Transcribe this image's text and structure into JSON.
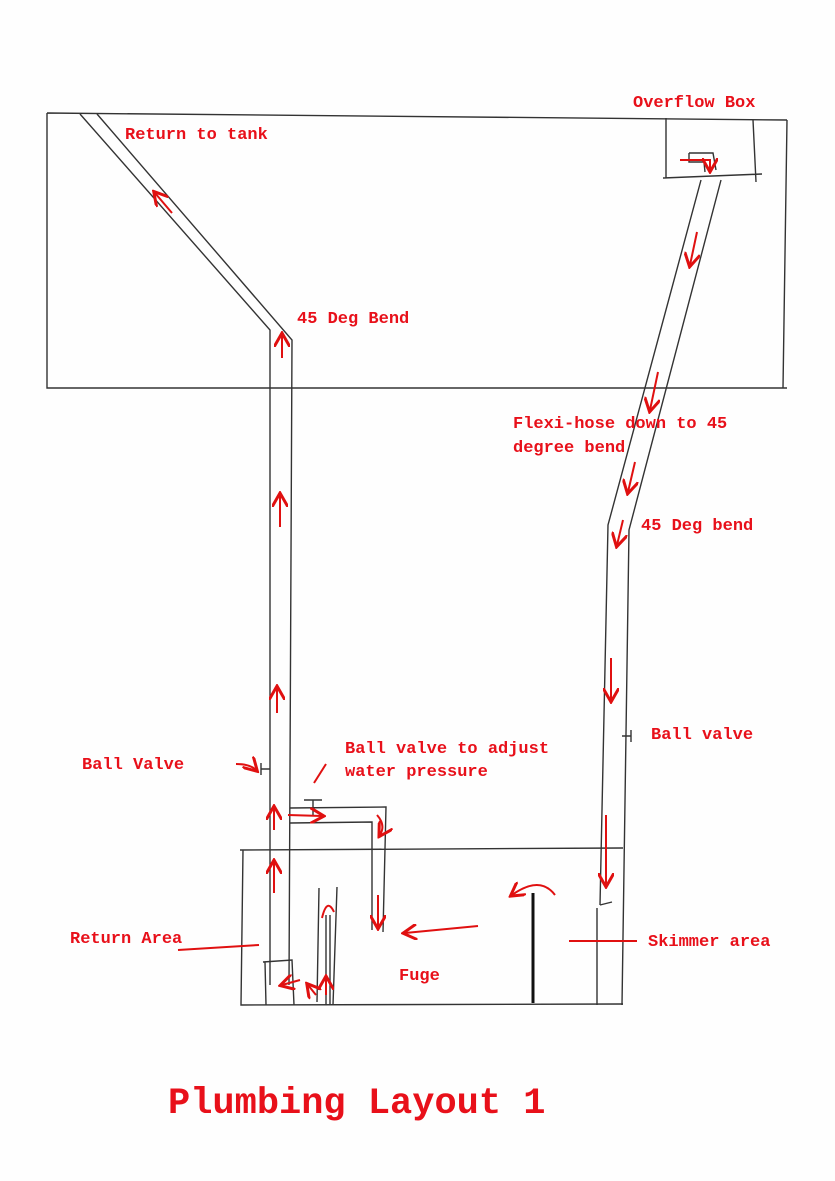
{
  "colors": {
    "label": "#e8101a",
    "ink": "#333333"
  },
  "title": "Plumbing Layout 1",
  "labels": {
    "return_to_tank": "Return to tank",
    "overflow_box": "Overflow Box",
    "bend_left": "45 Deg Bend",
    "flexi_line1": "Flexi-hose down to 45",
    "flexi_line2": "degree bend",
    "bend_right": "45 Deg bend",
    "ball_valve_right": "Ball valve",
    "ball_valve_left": "Ball Valve",
    "adjust_line1": "Ball valve to adjust",
    "adjust_line2": "water pressure",
    "return_area": "Return Area",
    "skimmer_area": "Skimmer area",
    "fuge": "Fuge"
  }
}
